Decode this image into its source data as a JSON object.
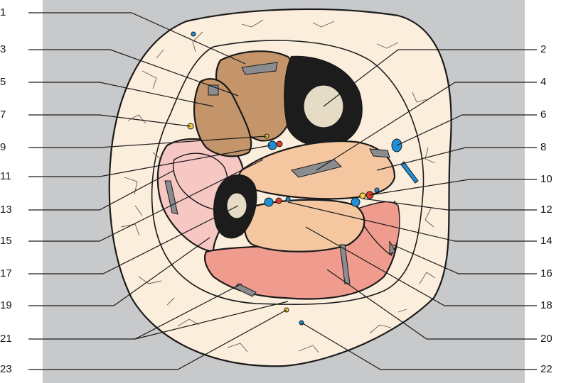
{
  "labels_left": [
    "1",
    "3",
    "5",
    "7",
    "9",
    "11",
    "13",
    "15",
    "17",
    "19",
    "21",
    "23"
  ],
  "labels_right": [
    "2",
    "4",
    "6",
    "8",
    "10",
    "12",
    "14",
    "16",
    "18",
    "20",
    "22"
  ],
  "colors": {
    "background_panel": "#c8c9cb",
    "skin": "#fbeedd",
    "muscle_brown": "#c4956b",
    "muscle_tan": "#f5c7a0",
    "muscle_pink": "#f7c7c4",
    "muscle_salmon": "#ef9c8f",
    "bone_shaft": "#1c1c1c",
    "marrow": "#e6dcc6",
    "vein": "#1e8fd8",
    "artery": "#e03a2a",
    "nerve": "#f2d33a",
    "tendon": "#8a8c90"
  },
  "icons": [
    "tibia-bone-icon",
    "fibula-bone-icon"
  ]
}
